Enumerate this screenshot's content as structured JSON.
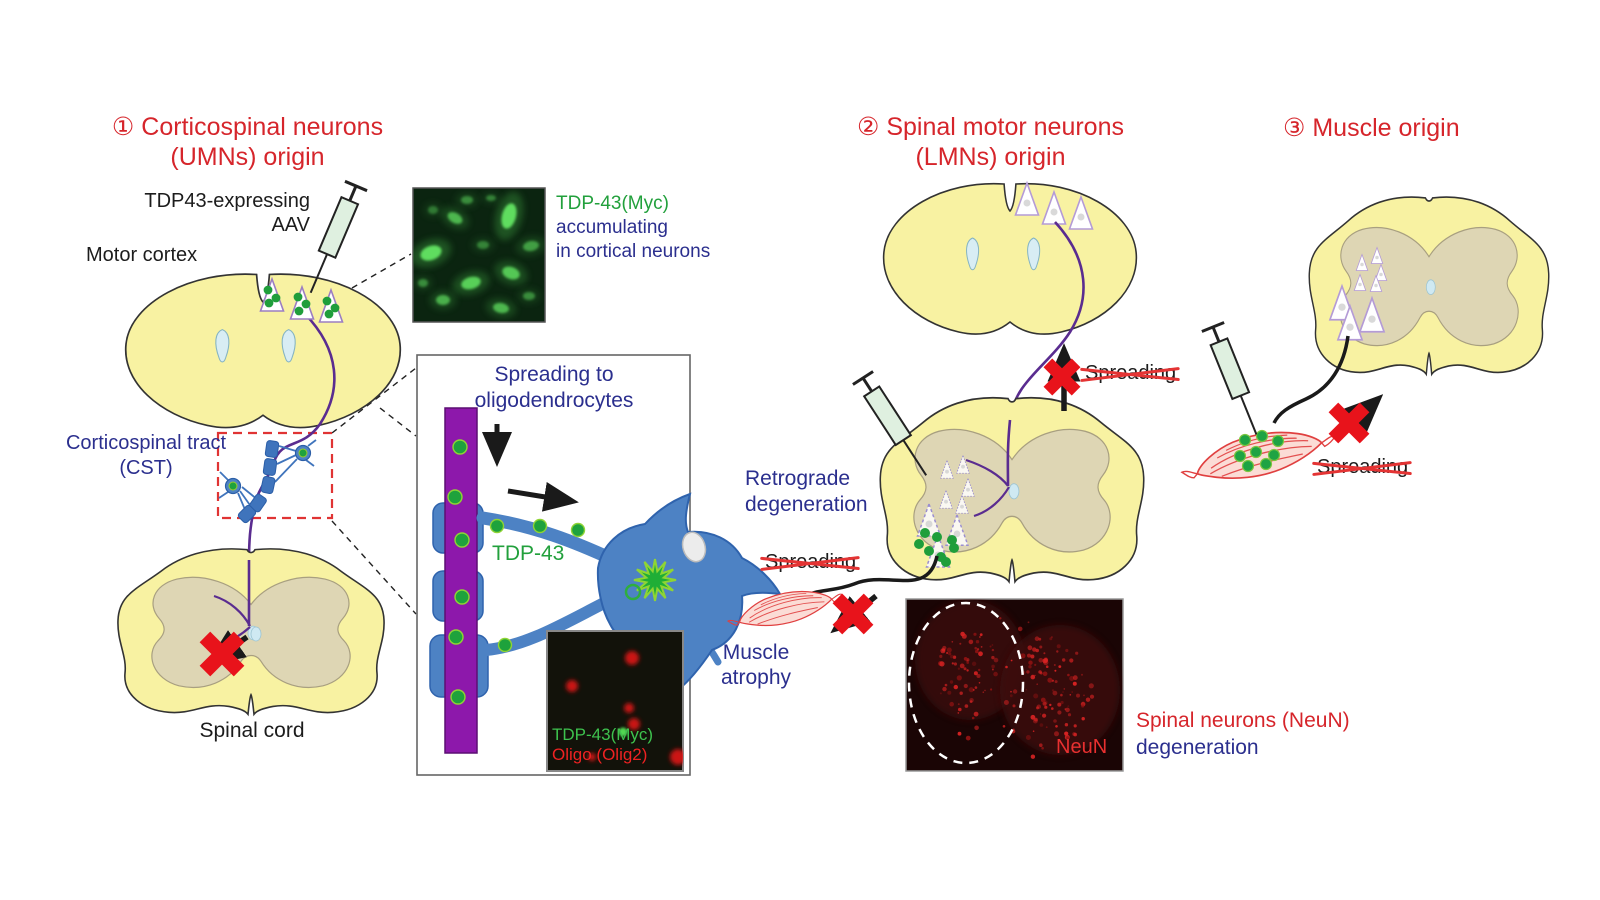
{
  "panel1": {
    "title1": "① Corticospinal neurons",
    "title2": "(UMNs) origin",
    "aav1": "TDP43-expressing",
    "aav2": "AAV",
    "motor_cortex": "Motor cortex",
    "micro_label_green": "TDP-43(Myc)",
    "micro_label_blue1": "accumulating",
    "micro_label_blue2": "in cortical neurons",
    "cst1": "Corticospinal tract",
    "cst2": "(CST)",
    "spinal_cord": "Spinal cord"
  },
  "inset": {
    "title1": "Spreading to",
    "title2": "oligodendrocytes",
    "tdp43": "TDP-43",
    "micro_green": "TDP-43(Myc)",
    "micro_red": "Oligo (Olig2)"
  },
  "panel2": {
    "title1": "② Spinal motor neurons",
    "title2": "(LMNs) origin",
    "spreading_up": "Spreading",
    "retro1": "Retrograde",
    "retro2": "degeneration",
    "spreading_muscle": "Spreading",
    "muscle_atrophy1": "Muscle",
    "muscle_atrophy2": "atrophy",
    "neun": "NeuN",
    "caption_red": "Spinal neurons (NeuN)",
    "caption_blue": "degeneration"
  },
  "panel3": {
    "title": "③ Muscle origin",
    "spreading": "Spreading"
  },
  "colors": {
    "title_red": "#d6252b",
    "label_blue": "#2b2f8e",
    "label_green": "#22a03c",
    "label_black": "#1c1c1c",
    "strike_red": "#e43434",
    "brain_yellow": "#f8f2a2",
    "gray_matter": "#ded6b4",
    "ventricle_blue": "#d8edf4",
    "axon_purple": "#5a2c90",
    "oligo_blue": "#4d82c4",
    "inset_axon_purple": "#8d18ab",
    "tdp_green": "#1ea23c",
    "cross_red": "#e8131b",
    "muscle_red": "#e04040"
  }
}
